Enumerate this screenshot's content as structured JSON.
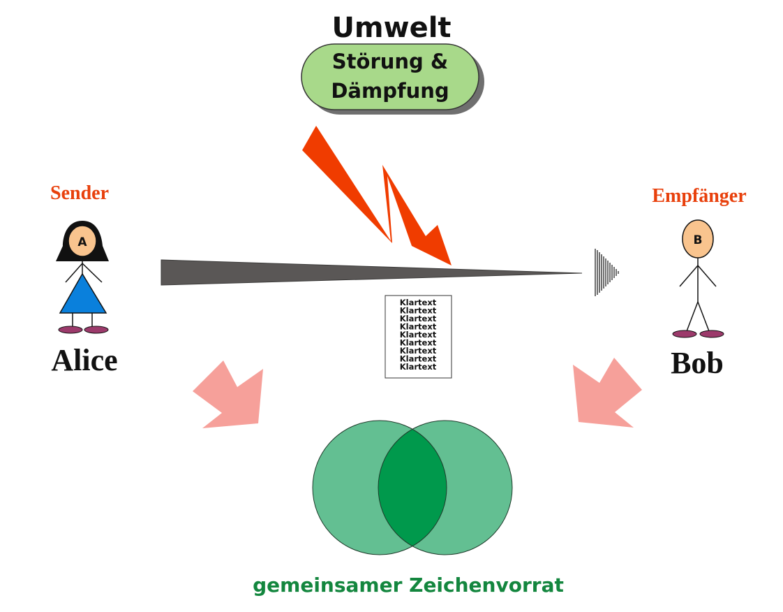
{
  "environment": {
    "title": "Umwelt",
    "box_line1": "Störung &",
    "box_line2": "Dämpfung"
  },
  "sender": {
    "role": "Sender",
    "name": "Alice",
    "badge": "A"
  },
  "receiver": {
    "role": "Empfänger",
    "name": "Bob",
    "badge": "B"
  },
  "message": {
    "lines": [
      "Klartext",
      "Klartext",
      "Klartext",
      "Klartext",
      "Klartext",
      "Klartext",
      "Klartext",
      "Klartext",
      "Klartext"
    ]
  },
  "shared": {
    "caption": "gemeinsamer Zeichenvorrat"
  },
  "colors": {
    "role_label": "#e8400c",
    "lightning": "#f03c00",
    "env_box": "#a8d98a",
    "env_box_shadow": "#6f6f6f",
    "beam": "#5a5756",
    "arrow_pink": "#f6a09a",
    "venn": "#63bf92",
    "venn_overlap": "#00994c",
    "caption": "#13863e",
    "face": "#f9c48e",
    "hair": "#111111",
    "dress": "#0a80dc",
    "shoes": "#9c3a6b"
  }
}
